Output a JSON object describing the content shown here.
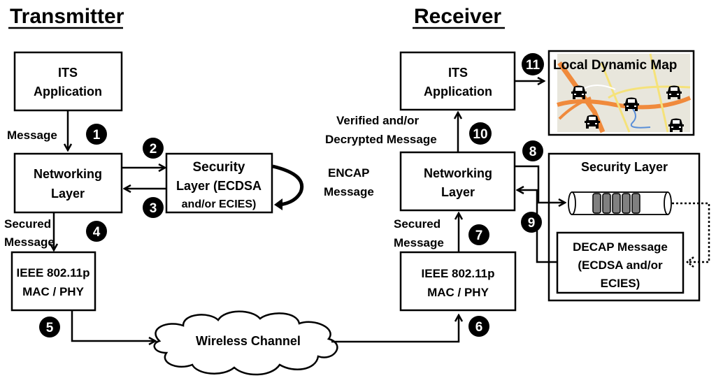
{
  "transmitter": {
    "heading": "Transmitter",
    "its_app": [
      "ITS",
      "Application"
    ],
    "networking": [
      "Networking",
      "Layer"
    ],
    "security": [
      "Security",
      "Layer (ECDSA",
      "and/or ECIES)"
    ],
    "encap": [
      "ENCAP",
      "Message"
    ],
    "mac": [
      "IEEE 802.11p",
      "MAC / PHY"
    ],
    "label_message": "Message",
    "label_secured": [
      "Secured",
      "Message"
    ]
  },
  "channel": {
    "label": "Wireless Channel"
  },
  "receiver": {
    "heading": "Receiver",
    "its_app": [
      "ITS",
      "Application"
    ],
    "networking": [
      "Networking",
      "Layer"
    ],
    "mac": [
      "IEEE 802.11p",
      "MAC / PHY"
    ],
    "label_verified": [
      "Verified and/or",
      "Decrypted Message"
    ],
    "label_secured": [
      "Secured",
      "Message"
    ],
    "ldm_title": "Local Dynamic Map",
    "security_title": "Security Layer",
    "decap": [
      "DECAP Message",
      "(ECDSA and/or",
      "ECIES)"
    ]
  },
  "steps": [
    "1",
    "2",
    "3",
    "4",
    "5",
    "6",
    "7",
    "8",
    "9",
    "10",
    "11"
  ],
  "colors": {
    "map_bg": "#e8e6dc",
    "road": "#f08a3c",
    "road_minor": "#f5e27a",
    "river": "#5a8fd8",
    "queue_cell": "#808080"
  }
}
